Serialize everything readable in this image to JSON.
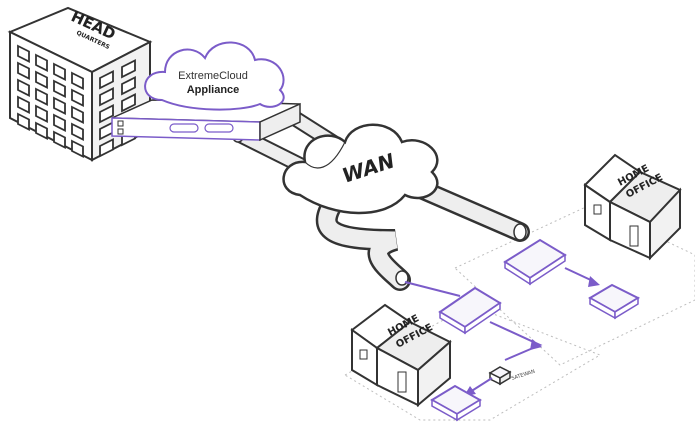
{
  "building": {
    "label_top": "HEAD",
    "label_bottom": "QUARTERS"
  },
  "cloud": {
    "line1": "ExtremeCloud",
    "line2": "Appliance"
  },
  "wan": {
    "label": "WAN"
  },
  "home_office_right": {
    "line1": "HOME",
    "line2": "OFFICE"
  },
  "home_office_left": {
    "line1": "HOME",
    "line2": "OFFICE"
  },
  "device_label": "SATEWAN",
  "colors": {
    "accent": "#7b5cc9",
    "outline": "#333333",
    "pipe_fill": "#eeeeee",
    "device_fill": "#f7f6fb"
  }
}
